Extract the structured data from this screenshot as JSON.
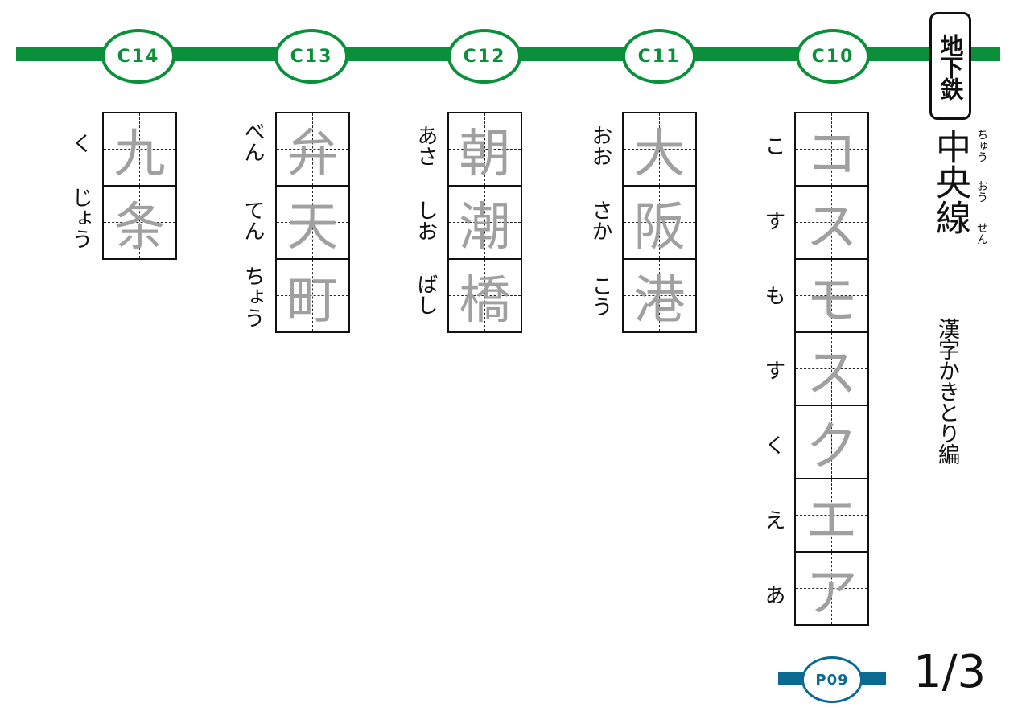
{
  "header": {
    "line_badge": "地下鉄",
    "line_name": "中央線",
    "line_name_reading": [
      "ちゅう",
      "おう",
      "せん"
    ],
    "subtitle": "漢字かきとり編",
    "line_color": "#0a8f3a"
  },
  "stations": [
    {
      "code": "C14",
      "kanji": [
        "九",
        "条"
      ],
      "reading": [
        "く",
        "じょう"
      ]
    },
    {
      "code": "C13",
      "kanji": [
        "弁",
        "天",
        "町"
      ],
      "reading": [
        "べん",
        "てん",
        "ちょう"
      ]
    },
    {
      "code": "C12",
      "kanji": [
        "朝",
        "潮",
        "橋"
      ],
      "reading": [
        "あさ",
        "しお",
        "ばし"
      ]
    },
    {
      "code": "C11",
      "kanji": [
        "大",
        "阪",
        "港"
      ],
      "reading": [
        "おお",
        "さか",
        "こう"
      ]
    },
    {
      "code": "C10",
      "kanji": [
        "コ",
        "ス",
        "モ",
        "ス",
        "ク",
        "エ",
        "ア"
      ],
      "reading": [
        "こ",
        "す",
        "も",
        "す",
        "く",
        "え",
        "あ"
      ]
    }
  ],
  "footer": {
    "page_badge": "P09",
    "page_badge_color": "#0b6a92",
    "page_number": "1/3"
  }
}
